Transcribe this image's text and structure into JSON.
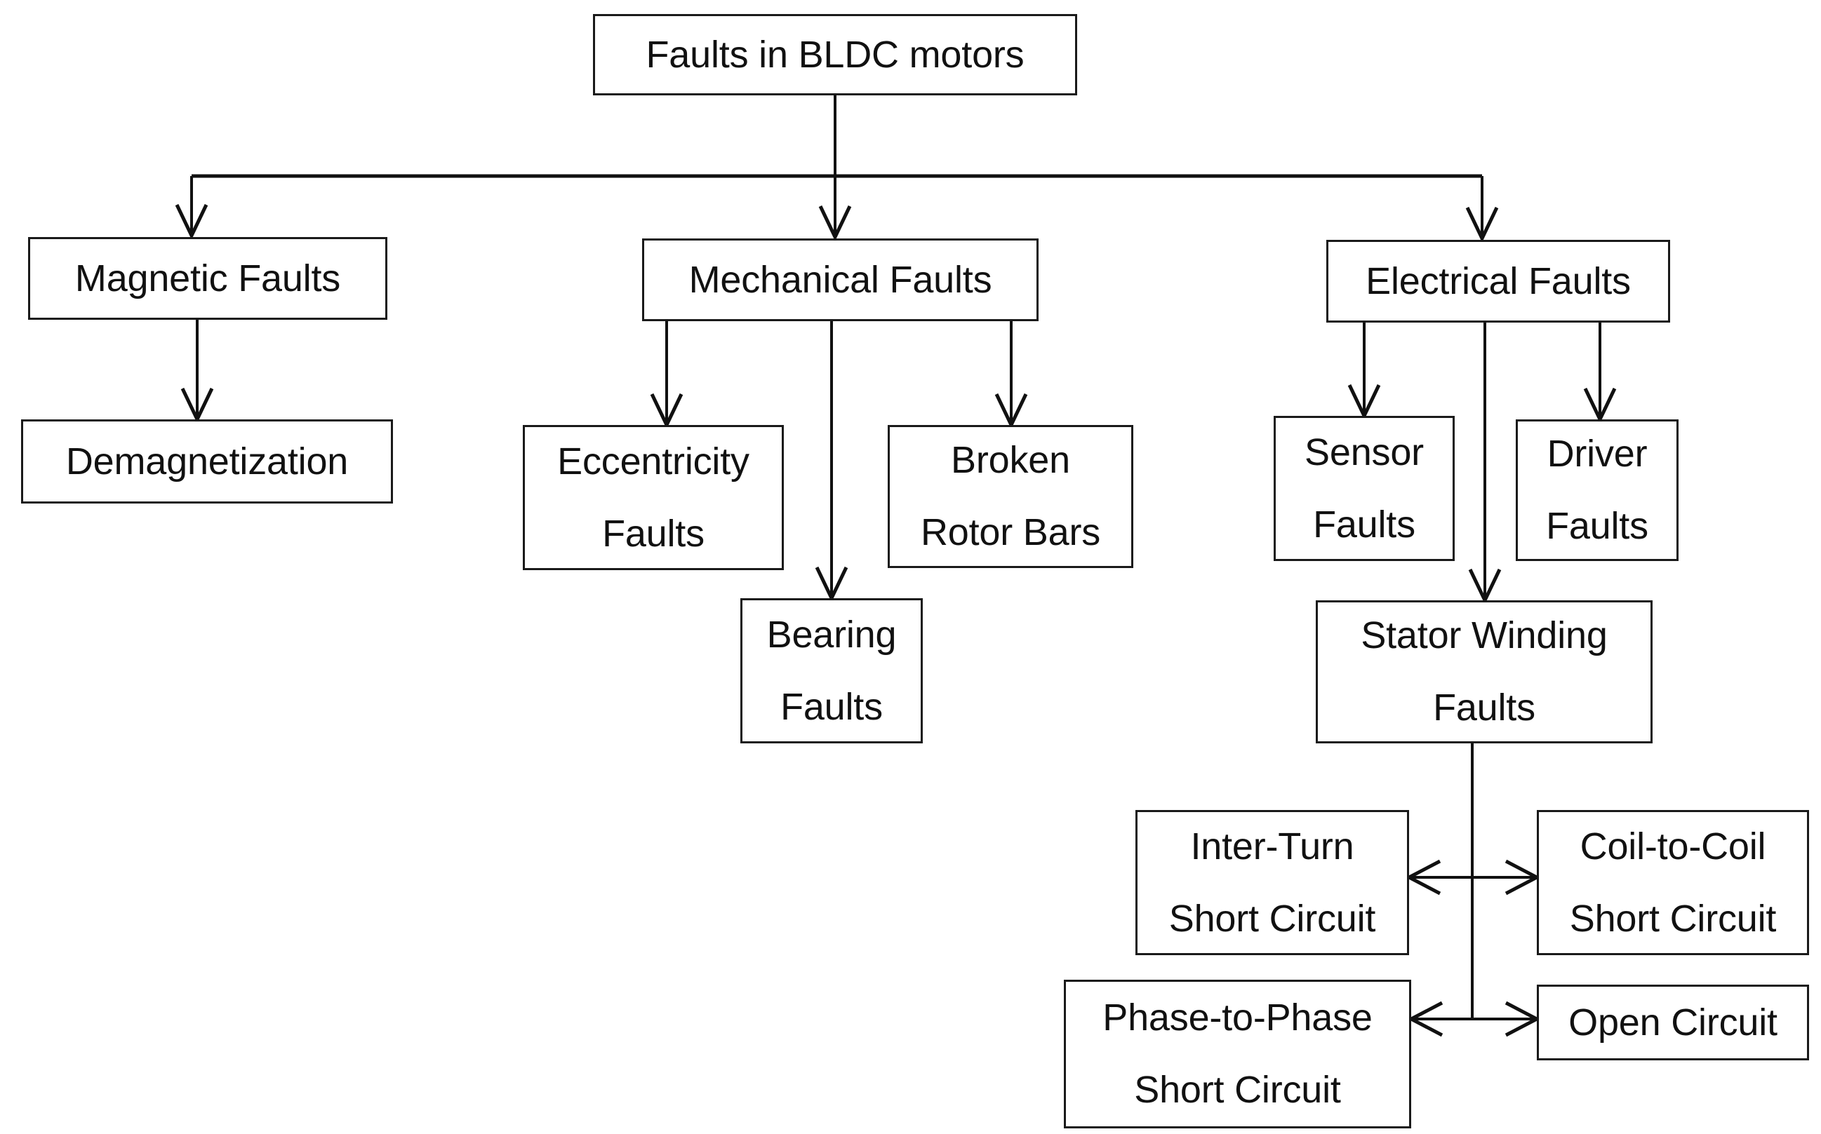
{
  "diagram": {
    "title": "Faults in BLDC motors",
    "type": "hierarchical-tree",
    "root": {
      "id": "root",
      "label": "Faults in BLDC motors"
    },
    "level1": [
      {
        "id": "magnetic",
        "label": "Magnetic Faults"
      },
      {
        "id": "mechanical",
        "label": "Mechanical Faults"
      },
      {
        "id": "electrical",
        "label": "Electrical Faults"
      }
    ],
    "level2": [
      {
        "id": "demagnetization",
        "parent": "magnetic",
        "line1": "Demagnetization",
        "line2": ""
      },
      {
        "id": "eccentricity",
        "parent": "mechanical",
        "line1": "Eccentricity",
        "line2": "Faults"
      },
      {
        "id": "bearing",
        "parent": "mechanical",
        "line1": "Bearing",
        "line2": "Faults"
      },
      {
        "id": "broken-rotor-bars",
        "parent": "mechanical",
        "line1": "Broken",
        "line2": "Rotor Bars"
      },
      {
        "id": "sensor",
        "parent": "electrical",
        "line1": "Sensor",
        "line2": "Faults"
      },
      {
        "id": "stator-winding",
        "parent": "electrical",
        "line1": "Stator Winding",
        "line2": "Faults"
      },
      {
        "id": "driver",
        "parent": "electrical",
        "line1": "Driver",
        "line2": "Faults"
      }
    ],
    "level3": [
      {
        "id": "inter-turn",
        "parent": "stator-winding",
        "line1": "Inter-Turn",
        "line2": "Short Circuit"
      },
      {
        "id": "coil-to-coil",
        "parent": "stator-winding",
        "line1": "Coil-to-Coil",
        "line2": "Short Circuit"
      },
      {
        "id": "phase-to-phase",
        "parent": "stator-winding",
        "line1": "Phase-to-Phase",
        "line2": "Short Circuit"
      },
      {
        "id": "open-circuit",
        "parent": "stator-winding",
        "line1": "Open Circuit",
        "line2": ""
      }
    ],
    "style": {
      "box_border_color": "#1a1a1a",
      "box_fill_color": "#ffffff",
      "connector_color": "#111111",
      "text_color": "#111111",
      "background": "#ffffff",
      "arrow_style": "open-v"
    }
  }
}
